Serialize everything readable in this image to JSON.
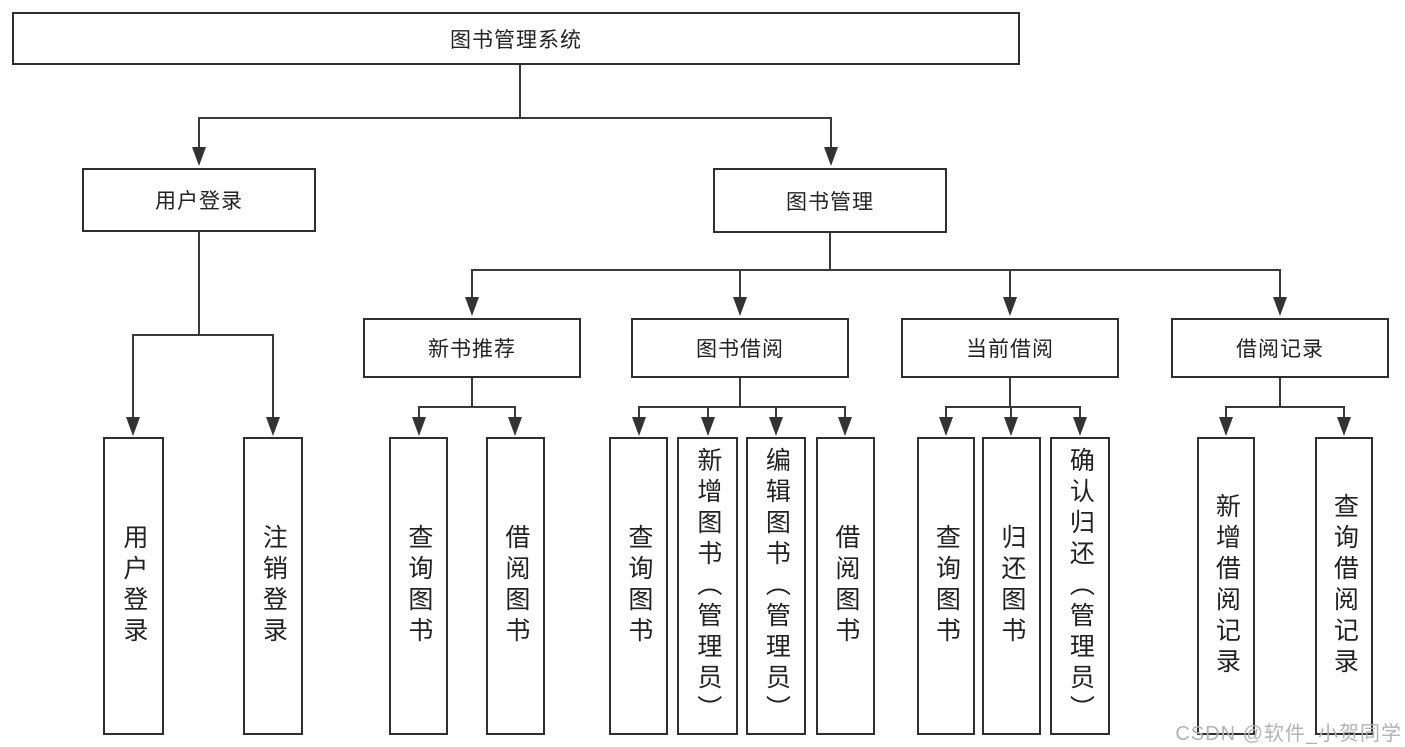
{
  "title": "图书管理系统",
  "level2": {
    "user_login": "用户登录",
    "book_mgmt": "图书管理"
  },
  "level3": {
    "new_books": "新书推荐",
    "borrowing": "图书借阅",
    "current": "当前借阅",
    "records": "借阅记录"
  },
  "leaves": {
    "user_login": [
      "用户登录",
      "注销登录"
    ],
    "new_books": [
      "查询图书",
      "借阅图书"
    ],
    "borrowing": [
      "查询图书",
      "新增图书（管理员）",
      "编辑图书（管理员）",
      "借阅图书"
    ],
    "current": [
      "查询图书",
      "归还图书",
      "确认归还（管理员）"
    ],
    "records": [
      "新增借阅记录",
      "查询借阅记录"
    ]
  },
  "watermark": "CSDN @软件_小贺同学",
  "colors": {
    "line": "#3a3a3a",
    "border": "#2f2f2f",
    "watermark": "#b3b3b3"
  }
}
